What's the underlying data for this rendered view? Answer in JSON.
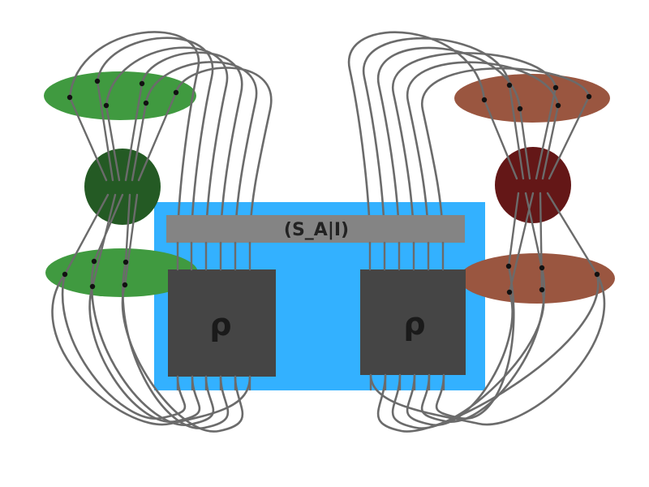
{
  "diagram": {
    "bar_label": "(S_A|I)",
    "boxes": [
      {
        "symbol": "ρ"
      },
      {
        "symbol": "ρ"
      }
    ],
    "colors": {
      "background": "#ffffff",
      "frame": "#33b1ff",
      "bar": "#848484",
      "box": "#454545",
      "wire": "#6b6b6b",
      "dot": "#111111",
      "green_disk": "#409a40",
      "green_ball": "#245a24",
      "red_disk": "#9a5640",
      "red_ball": "#641717"
    }
  }
}
